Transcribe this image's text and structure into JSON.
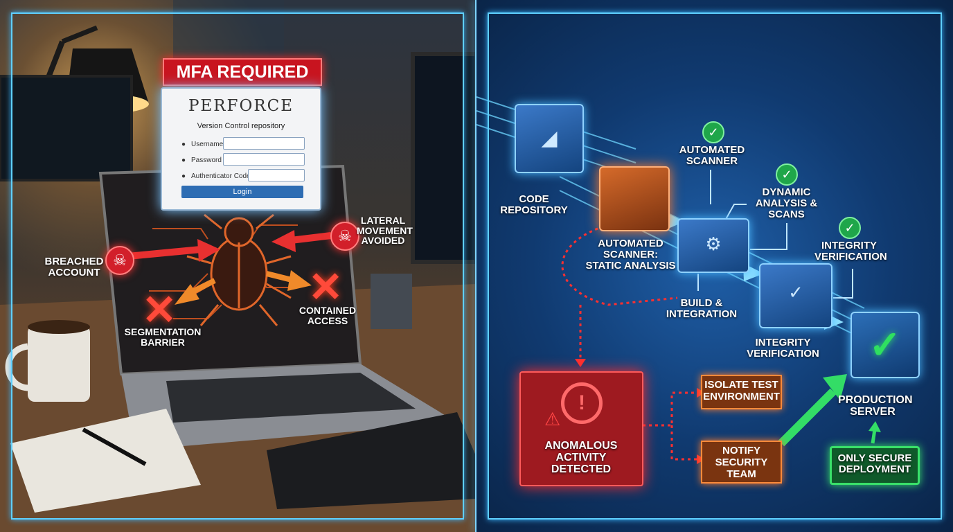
{
  "left": {
    "mfa_banner": "MFA REQUIRED",
    "login": {
      "brand": "PERFORCE",
      "subtitle": "Version Control repository",
      "username_label": "Username",
      "password_label": "Password",
      "auth_label": "Authenticator Code",
      "login_button": "Login"
    },
    "labels": {
      "breached": "BREACHED ACCOUNT",
      "lateral": "LATERAL MOVEMENT AVOIDED",
      "segmentation": "SEGMENTATION BARRIER",
      "contained": "CONTAINED ACCESS"
    },
    "icons": {
      "skull": "☠",
      "x": "✕",
      "bug": "bug-icon",
      "lamp": "lamp-icon"
    },
    "colors": {
      "threat": "#d21f2a",
      "accent": "#2e6db3"
    }
  },
  "right": {
    "labels": {
      "code_repo": "CODE REPOSITORY",
      "auto_scanner": "AUTOMATED SCANNER",
      "auto_scanner_static": "AUTOMATED SCANNER: STATIC ANALYSIS",
      "dynamic": "DYNAMIC ANALYSIS & SCANS",
      "integrity_top": "INTEGRITY VERIFICATION",
      "build": "BUILD & INTEGRATION",
      "integrity_mid": "INTEGRITY VERIFICATION",
      "production": "PRODUCTION SERVER",
      "anomalous": "ANOMALOUS ACTIVITY DETECTED",
      "isolate": "ISOLATE TEST ENVIRONMENT",
      "notify": "NOTIFY SECURITY TEAM",
      "only_secure": "ONLY SECURE DEPLOYMENT"
    },
    "icons": {
      "check": "✓",
      "warning": "⚠",
      "magnifier": "search-icon",
      "gear": "gear-icon"
    },
    "colors": {
      "pipeline": "#4bbaff",
      "alert": "#c4262b",
      "success": "#28c45a",
      "response": "#ff8a3a"
    }
  }
}
